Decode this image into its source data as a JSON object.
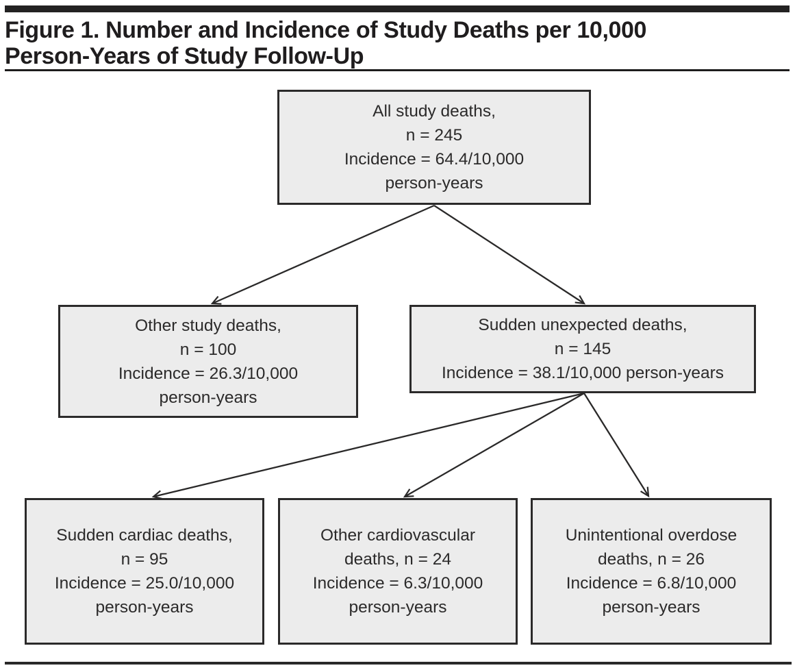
{
  "figure": {
    "title_lines": [
      "Figure 1. Number and Incidence of Study Deaths per 10,000",
      "Person-Years of Study Follow-Up"
    ]
  },
  "colors": {
    "top_bar": "#232222",
    "box_fill": "#ececec",
    "box_border": "#2b2a2a",
    "text": "#2b2a2a",
    "arrow": "#2a2929"
  },
  "flowchart": {
    "nodes": {
      "all": {
        "name": "All study deaths",
        "n": "245",
        "incidence": "64.4/10,000 person-years",
        "lines": [
          "All study deaths,",
          "n = 245",
          "Incidence = 64.4/10,000",
          "person-years"
        ]
      },
      "other": {
        "name": "Other study deaths",
        "n": "100",
        "incidence": "26.3/10,000 person-years",
        "lines": [
          "Other study deaths,",
          "n = 100",
          "Incidence = 26.3/10,000",
          "person-years"
        ]
      },
      "sudden": {
        "name": "Sudden unexpected deaths",
        "n": "145",
        "incidence": "38.1/10,000 person-years",
        "lines": [
          "Sudden unexpected deaths,",
          "n = 145",
          "Incidence = 38.1/10,000 person-years"
        ]
      },
      "cardiac": {
        "name": "Sudden cardiac deaths",
        "n": "95",
        "incidence": "25.0/10,000 person-years",
        "lines": [
          "Sudden cardiac deaths,",
          "n = 95",
          "Incidence = 25.0/10,000",
          "person-years"
        ]
      },
      "cvd": {
        "name": "Other cardiovascular deaths",
        "n": "24",
        "incidence": "6.3/10,000 person-years",
        "lines": [
          "Other cardiovascular",
          "deaths, n = 24",
          "Incidence = 6.3/10,000",
          "person-years"
        ]
      },
      "overdose": {
        "name": "Unintentional overdose deaths",
        "n": "26",
        "incidence": "6.8/10,000 person-years",
        "lines": [
          "Unintentional overdose",
          "deaths, n = 26",
          "Incidence = 6.8/10,000",
          "person-years"
        ]
      }
    },
    "edges": [
      {
        "from": "all",
        "to": "other"
      },
      {
        "from": "all",
        "to": "sudden"
      },
      {
        "from": "sudden",
        "to": "cardiac"
      },
      {
        "from": "sudden",
        "to": "cvd"
      },
      {
        "from": "sudden",
        "to": "overdose"
      }
    ]
  }
}
